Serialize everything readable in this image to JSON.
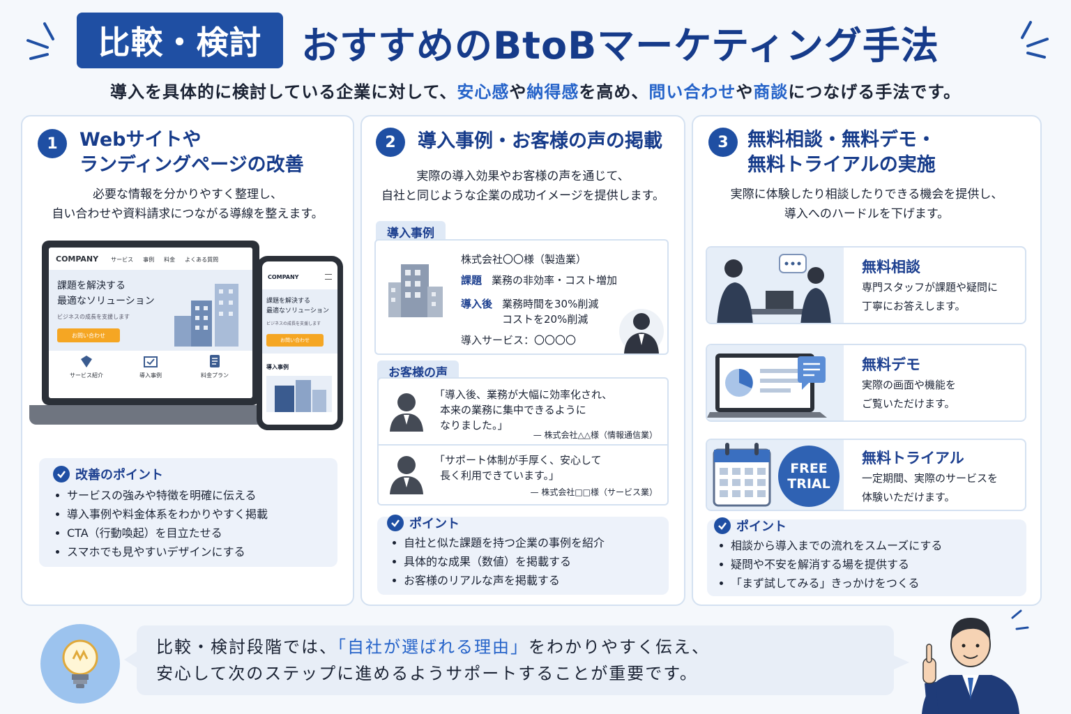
{
  "header": {
    "badge": "比較・検討",
    "title": "おすすめのBtoBマーケティング手法",
    "subtitle_parts": [
      "導入を具体的に検討している企業に対して、",
      "安心感",
      "や",
      "納得感",
      "を高め、",
      "問い合わせ",
      "や",
      "商談",
      "につなげる手法です。"
    ]
  },
  "colors": {
    "navy": "#1f4fa3",
    "title": "#163b8a",
    "highlight": "#2563c9",
    "orange": "#f5a623",
    "panel": "#edf2fa"
  },
  "col1": {
    "number": "1",
    "title_lines": [
      "Webサイトや",
      "ランディングページの改善"
    ],
    "desc_lines": [
      "必要な情報を分かりやすく整理し、",
      "自い合わせや資料請求につながる導線を整えます。"
    ],
    "laptop": {
      "company": "COMPANY",
      "nav": [
        "サービス",
        "事例",
        "料金",
        "よくある質問"
      ],
      "hero_lines": [
        "課題を解決する",
        "最適なソリューション"
      ],
      "hero_small": "ビジネスの成長を支援します",
      "cta": "お問い合わせ",
      "features": [
        "サービス紹介",
        "導入事例",
        "料金プラン"
      ]
    },
    "phone": {
      "company": "COMPANY",
      "hero_lines": [
        "課題を解決する",
        "最適なソリューション"
      ],
      "hero_small": "ビジネスの成長を支援します",
      "cta": "お問い合わせ",
      "section": "導入事例"
    },
    "points_title": "改善のポイント",
    "points": [
      "サービスの強みや特徴を明確に伝える",
      "導入事例や料金体系をわかりやすく掲載",
      "CTA（行動喚起）を目立たせる",
      "スマホでも見やすいデザインにする"
    ]
  },
  "col2": {
    "number": "2",
    "title": "導入事例・お客様の声の掲載",
    "desc_lines": [
      "実際の導入効果やお客様の声を通じて、",
      "自社と同じような企業の成功イメージを提供します。"
    ],
    "case_tag": "導入事例",
    "case": {
      "company": "株式会社〇〇様（製造業）",
      "issue_label": "課題",
      "issue": "業務の非効率・コスト増加",
      "after_label": "導入後",
      "after_lines": [
        "業務時間を30%削減",
        "コストを20%削減"
      ],
      "service": "導入サービス：〇〇〇〇"
    },
    "voice_tag": "お客様の声",
    "voices": [
      {
        "lines": [
          "「導入後、業務が大幅に効率化され、",
          "本来の業務に集中できるように",
          "なりました。」"
        ],
        "source": "— 株式会社△△様（情報通信業）"
      },
      {
        "lines": [
          "「サポート体制が手厚く、安心して",
          "長く利用できています。」"
        ],
        "source": "— 株式会社□□様（サービス業）"
      }
    ],
    "points_title": "ポイント",
    "points": [
      "自社と似た課題を持つ企業の事例を紹介",
      "具体的な成果（数値）を掲載する",
      "お客様のリアルな声を掲載する"
    ]
  },
  "col3": {
    "number": "3",
    "title_lines": [
      "無料相談・無料デモ・",
      "無料トライアルの実施"
    ],
    "desc_lines": [
      "実際に体験したり相談したりできる機会を提供し、",
      "導入へのハードルを下げます。"
    ],
    "offers": [
      {
        "title": "無料相談",
        "desc_lines": [
          "専門スタッフが課題や疑問に",
          "丁寧にお答えします。"
        ]
      },
      {
        "title": "無料デモ",
        "desc_lines": [
          "実際の画面や機能を",
          "ご覧いただけます。"
        ]
      },
      {
        "title": "無料トライアル",
        "desc_lines": [
          "一定期間、実際のサービスを",
          "体験いただけます。"
        ],
        "badge_lines": [
          "FREE",
          "TRIAL"
        ]
      }
    ],
    "points_title": "ポイント",
    "points": [
      "相談から導入までの流れをスムーズにする",
      "疑問や不安を解消する場を提供する",
      "「まず試してみる」きっかけをつくる"
    ]
  },
  "bottom": {
    "line1_parts": [
      "比較・検討段階では、",
      "「自社が選ばれる理由」",
      "をわかりやすく伝え、"
    ],
    "line2": "安心して次のステップに進めるようサポートすることが重要です。"
  }
}
